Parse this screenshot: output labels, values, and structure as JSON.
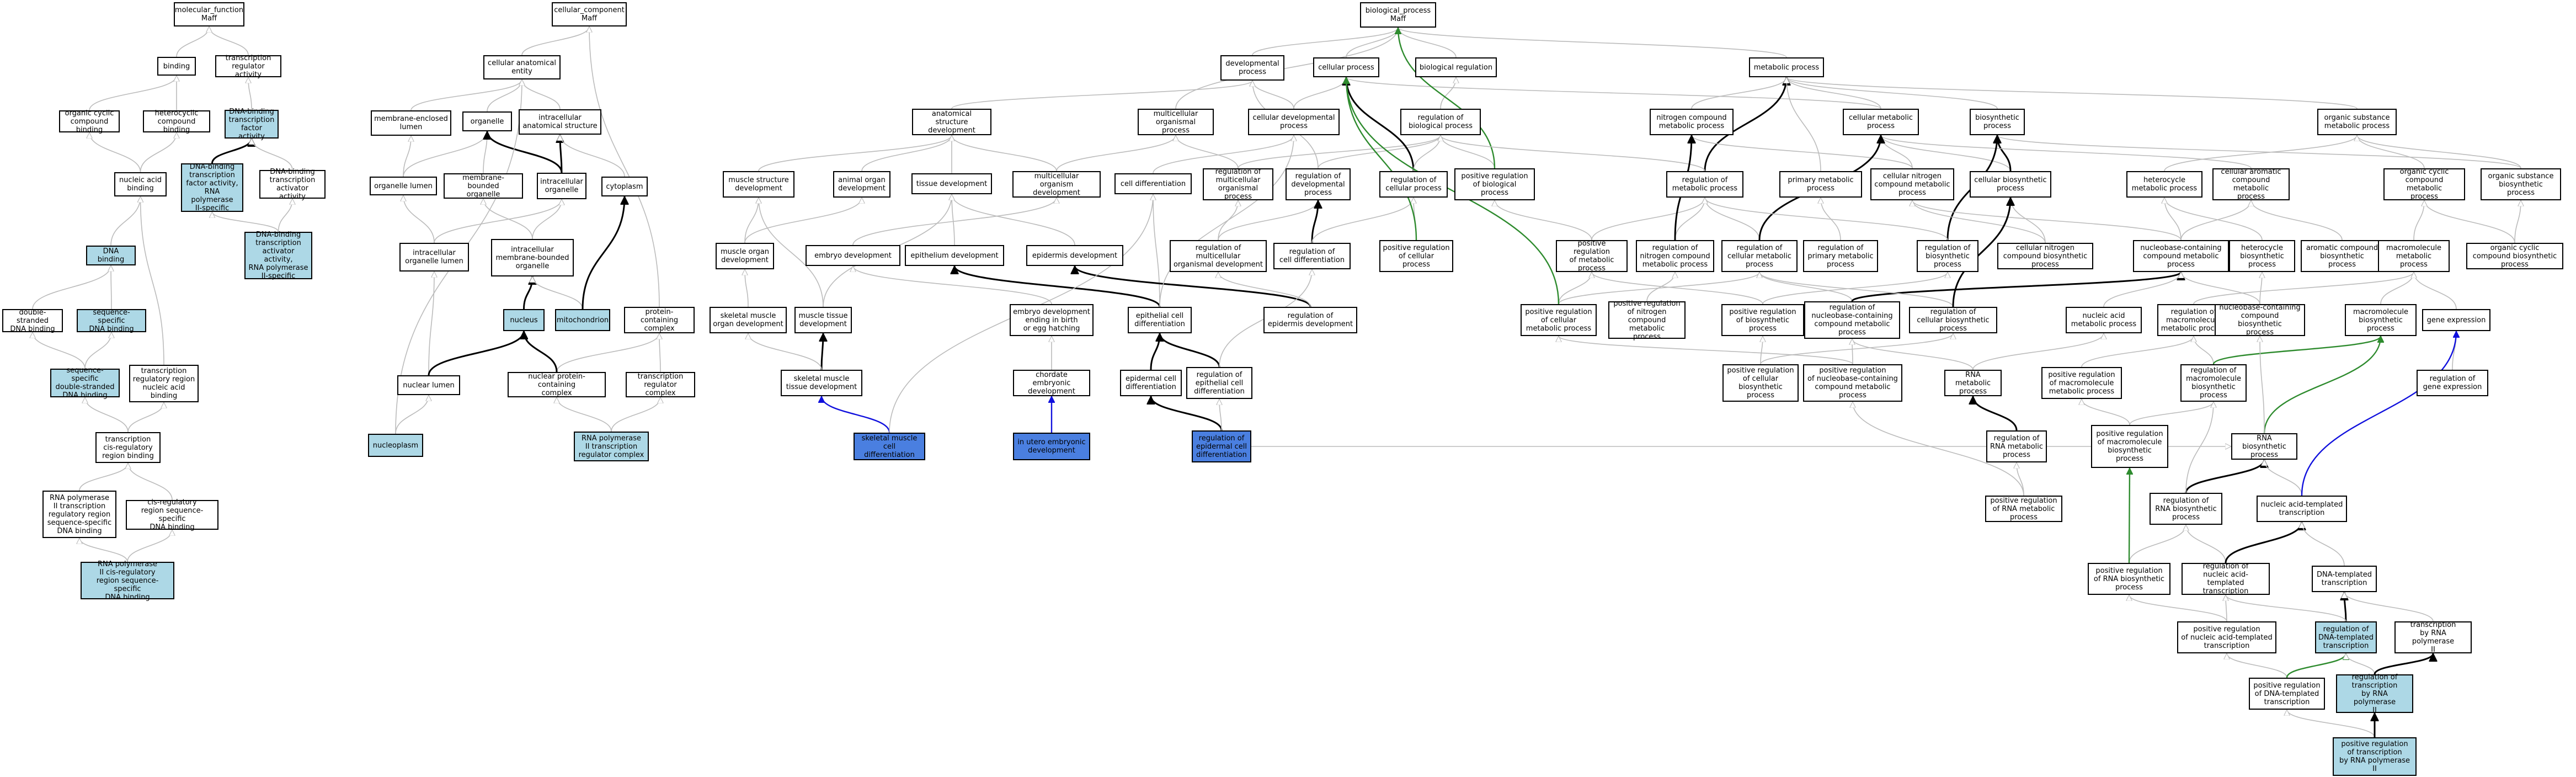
{
  "colors": {
    "light": "#add8e6",
    "blue": "#4a7fe0",
    "edge_gray": "#bbbbbb",
    "edge_black": "#000000",
    "edge_green": "#2e8b2e",
    "edge_blue": "#1010dd"
  },
  "nodes": {
    "mf": "molecular_function\nMaff",
    "binding": "binding",
    "tra": "transcription\nregulator activity",
    "ocb": "organic cyclic\ncompound binding",
    "hcb": "heterocyclic\ncompound binding",
    "dbtfa": "DNA-binding\ntranscription\nfactor activity",
    "nab": "nucleic acid\nbinding",
    "dbtfa2": "DNA-binding\ntranscription\nfactor activity,\nRNA polymerase\nII-specific",
    "dbtaa": "DNA-binding\ntranscription\nactivator activity",
    "dnab": "DNA binding",
    "dbtaa2": "DNA-binding\ntranscription\nactivator activity,\nRNA polymerase\nII-specific",
    "dsdna": "double-stranded\nDNA binding",
    "ssdb": "sequence-specific\nDNA binding",
    "ssdsdb": "sequence-specific\ndouble-stranded\nDNA binding",
    "trrnab": "transcription\nregulatory region\nnucleic acid\nbinding",
    "tcrrb": "transcription\ncis-regulatory\nregion binding",
    "rnap2trr": "RNA polymerase\nII transcription\nregulatory region\nsequence-specific\nDNA binding",
    "crrssdb": "cis-regulatory\nregion sequence-specific\nDNA binding",
    "rnap2crr": "RNA polymerase\nII cis-regulatory\nregion sequence-specific\nDNA binding",
    "cc": "cellular_component\nMaff",
    "cae": "cellular anatomical\nentity",
    "mel": "membrane-enclosed\nlumen",
    "org": "organelle",
    "ias": "intracellular\nanatomical structure",
    "orgl": "organelle lumen",
    "mbo": "membrane-bounded\norganelle",
    "io": "intracellular\norganelle",
    "cyto": "cytoplasm",
    "iol": "intracellular\norganelle lumen",
    "imbo": "intracellular\nmembrane-bounded\norganelle",
    "nuc": "nucleus",
    "mito": "mitochondrion",
    "pcc": "protein-containing\ncomplex",
    "nl": "nuclear lumen",
    "npcc": "nuclear protein-containing\ncomplex",
    "trc": "transcription\nregulator complex",
    "nucp": "nucleoplasm",
    "rnap2trc": "RNA polymerase\nII transcription\nregulator complex",
    "bp": "biological_process\nMaff",
    "dp": "developmental\nprocess",
    "cp": "cellular process",
    "br": "biological regulation",
    "mp": "metabolic process",
    "asd": "anatomical structure\ndevelopment",
    "mop": "multicellular\norganismal process",
    "cdp": "cellular developmental\nprocess",
    "rbp": "regulation of\nbiological process",
    "ncmp": "nitrogen compound\nmetabolic process",
    "cmp": "cellular metabolic\nprocess",
    "bsp": "biosynthetic\nprocess",
    "osmp": "organic substance\nmetabolic process",
    "msd": "muscle structure\ndevelopment",
    "aod": "animal organ\ndevelopment",
    "td": "tissue development",
    "mod": "multicellular\norganism development",
    "cd": "cell differentiation",
    "rmop": "regulation of\nmulticellular\norganismal process",
    "rdp": "regulation of\ndevelopmental\nprocess",
    "rcp": "regulation of\ncellular process",
    "prbp": "positive regulation\nof biological\nprocess",
    "rmetp": "regulation of\nmetabolic process",
    "pmp": "primary metabolic\nprocess",
    "cncmp": "cellular nitrogen\ncompound metabolic\nprocess",
    "cbp": "cellular biosynthetic\nprocess",
    "hmp": "heterocycle\nmetabolic process",
    "camp": "cellular aromatic\ncompound metabolic\nprocess",
    "occmp": "organic cyclic\ncompound metabolic\nprocess",
    "osbp": "organic substance\nbiosynthetic\nprocess",
    "modv": "muscle organ\ndevelopment",
    "ed": "embryo development",
    "epd": "epithelium development",
    "epid": "epidermis development",
    "rmod": "regulation of\nmulticellular\norganismal development",
    "rcd": "regulation of\ncell differentiation",
    "prcp": "positive regulation\nof cellular\nprocess",
    "prmetp": "positive regulation\nof metabolic\nprocess",
    "rncmp": "regulation of\nnitrogen compound\nmetabolic process",
    "rcmp": "regulation of\ncellular metabolic\nprocess",
    "rpmp": "regulation of\nprimary metabolic\nprocess",
    "rbsp": "regulation of\nbiosynthetic\nprocess",
    "cncbp": "cellular nitrogen\ncompound biosynthetic\nprocess",
    "nbcmp": "nucleobase-containing\ncompound metabolic\nprocess",
    "hbp": "heterocycle\nbiosynthetic\nprocess",
    "acbp": "aromatic compound\nbiosynthetic\nprocess",
    "mmp": "macromolecule\nmetabolic\nprocess",
    "occbp": "organic cyclic\ncompound biosynthetic\nprocess",
    "smod": "skeletal muscle\norgan development",
    "mtd": "muscle tissue\ndevelopment",
    "edeb": "embryo development\nending in birth\nor egg hatching",
    "ecd": "epithelial cell\ndifferentiation",
    "red": "regulation of\nepidermis development",
    "prcmp": "positive regulation\nof cellular\nmetabolic process",
    "prncmp": "positive regulation\nof nitrogen\ncompound metabolic\nprocess",
    "prbsp": "positive regulation\nof biosynthetic\nprocess",
    "rnbcmp": "regulation of\nnucleobase-containing\ncompound metabolic\nprocess",
    "rcbp": "regulation of\ncellular biosynthetic\nprocess",
    "namp": "nucleic acid\nmetabolic process",
    "rmmp": "regulation of\nmacromolecule\nmetabolic process",
    "nbcbp": "nucleobase-containing\ncompound biosynthetic\nprocess",
    "mbp": "macromolecule\nbiosynthetic\nprocess",
    "ge": "gene expression",
    "smtd": "skeletal muscle\ntissue development",
    "ced": "chordate embryonic\ndevelopment",
    "edcd": "epidermal cell\ndifferentiation",
    "recd": "regulation of\nepithelial cell\ndifferentiation",
    "prcbp": "positive regulation\nof cellular\nbiosynthetic\nprocess",
    "prnbcmp": "positive regulation\nof nucleobase-containing\ncompound metabolic\nprocess",
    "rnamp": "RNA metabolic\nprocess",
    "prmmp": "positive regulation\nof macromolecule\nmetabolic process",
    "rmbp": "regulation of\nmacromolecule\nbiosynthetic\nprocess",
    "rge": "regulation of\ngene expression",
    "smcd": "skeletal muscle\ncell differentiation",
    "iued": "in utero embryonic\ndevelopment",
    "redcd": "regulation of\nepidermal cell\ndifferentiation",
    "rrnamp": "regulation of\nRNA metabolic\nprocess",
    "prmbp": "positive regulation\nof macromolecule\nbiosynthetic\nprocess",
    "rnabp": "RNA biosynthetic\nprocess",
    "prrnamp": "positive regulation\nof RNA metabolic\nprocess",
    "rrnabp": "regulation of\nRNA biosynthetic\nprocess",
    "nat": "nucleic acid-templated\ntranscription",
    "prrnabp": "positive regulation\nof RNA biosynthetic\nprocess",
    "rnat": "regulation of\nnucleic acid-templated\ntranscription",
    "dt": "DNA-templated\ntranscription",
    "prnat": "positive regulation\nof nucleic acid-templated\ntranscription",
    "rdt": "regulation of\nDNA-templated\ntranscription",
    "trp2": "transcription\nby RNA polymerase\nII",
    "prdt": "positive regulation\nof DNA-templated\ntranscription",
    "rtrp2": "regulation of\ntranscription\nby RNA polymerase\nII",
    "prtrp2": "positive regulation\nof transcription\nby RNA polymerase\nII"
  }
}
